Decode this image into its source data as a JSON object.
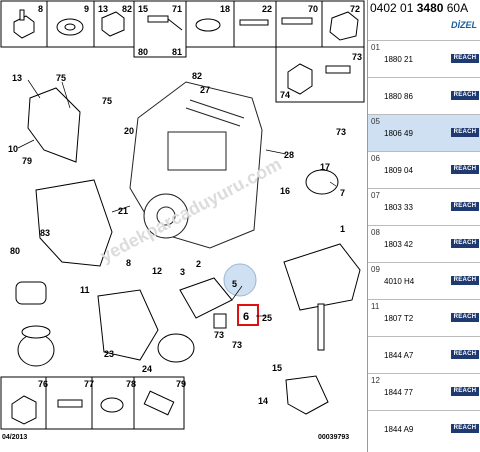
{
  "header": {
    "ref_prefix": "0402 01 ",
    "ref_code": "3480",
    "ref_suffix": " 60A",
    "engine": "DİZEL"
  },
  "diagram": {
    "top_boxes": [
      "8",
      "9",
      "13",
      "82",
      "15",
      "71",
      "80",
      "81",
      "18",
      "22",
      "70",
      "72"
    ],
    "right_boxes": [
      "73",
      "74"
    ],
    "bottom_boxes": [
      "76",
      "77",
      "78",
      "79"
    ],
    "callouts": [
      "13",
      "75",
      "75",
      "82",
      "27",
      "73",
      "10",
      "79",
      "80",
      "11",
      "21",
      "28",
      "16",
      "17",
      "5",
      "6",
      "25",
      "23",
      "24",
      "73",
      "15",
      "14",
      "8",
      "12",
      "20",
      "3",
      "2",
      "1",
      "7",
      "73",
      "83"
    ],
    "highlight": "6",
    "watermark": "yedekparcaduyuru.com",
    "footer_date": "04/2013",
    "footer_id": "00039793"
  },
  "parts": [
    {
      "index": "01",
      "code": "1880 21",
      "badge": "REACH",
      "selected": false
    },
    {
      "index": "",
      "code": "1880 86",
      "badge": "REACH",
      "selected": false
    },
    {
      "index": "05",
      "code": "1806 49",
      "badge": "REACH",
      "selected": true
    },
    {
      "index": "06",
      "code": "1809 04",
      "badge": "REACH",
      "selected": false
    },
    {
      "index": "07",
      "code": "1803 33",
      "badge": "REACH",
      "selected": false
    },
    {
      "index": "08",
      "code": "1803 42",
      "badge": "REACH",
      "selected": false
    },
    {
      "index": "09",
      "code": "4010 H4",
      "badge": "REACH",
      "selected": false
    },
    {
      "index": "11",
      "code": "1807 T2",
      "badge": "REACH",
      "selected": false
    },
    {
      "index": "",
      "code": "1844 A7",
      "badge": "REACH",
      "selected": false
    },
    {
      "index": "12",
      "code": "1844 77",
      "badge": "REACH",
      "selected": false
    },
    {
      "index": "",
      "code": "1844 A9",
      "badge": "REACH",
      "selected": false
    }
  ]
}
